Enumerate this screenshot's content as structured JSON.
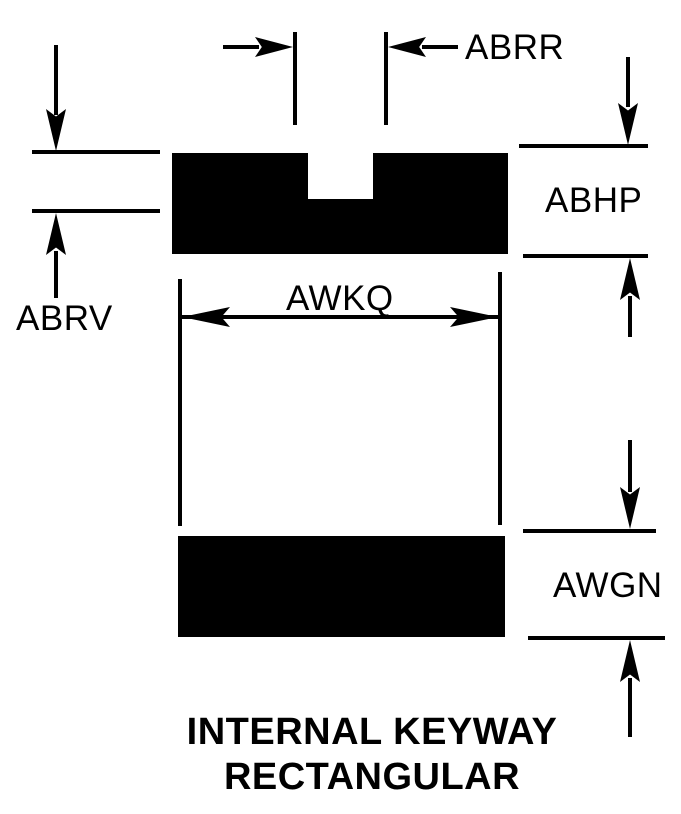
{
  "diagram": {
    "title": {
      "line1": "INTERNAL KEYWAY",
      "line2": "RECTANGULAR"
    },
    "labels": {
      "abrr": "ABRR",
      "abhp": "ABHP",
      "abrv": "ABRV",
      "awkq": "AWKQ",
      "awgn": "AWGN"
    },
    "colors": {
      "ink": "#000000",
      "background": "#ffffff"
    }
  }
}
